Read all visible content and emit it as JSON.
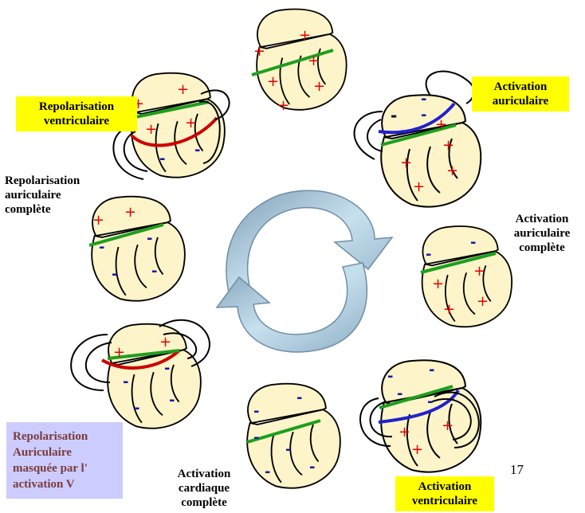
{
  "labels": {
    "repol_ventriculaire": "Repolarisation ventriculaire",
    "activation_auriculaire": "Activation auriculaire",
    "repol_auric_complete": "Repolarisation auriculaire complète",
    "activation_auric_complete": "Activation auriculaire complète",
    "repol_auric_masquee": "Repolarisation Auriculaire masquée par l' activation V",
    "activation_cardiaque_complete": "Activation cardiaque complète",
    "activation_ventriculaire": "Activation ventriculaire"
  },
  "page_number": "17",
  "colors": {
    "yellow_box": "#ffff00",
    "lilac_box": "#ccccff",
    "heart_fill": "#fdf5c9",
    "arrow_blue": "#a9c8dc",
    "repolarisation_line": "#cc0000",
    "activation_line": "#2222cc",
    "av_junction": "#1ea01e"
  }
}
